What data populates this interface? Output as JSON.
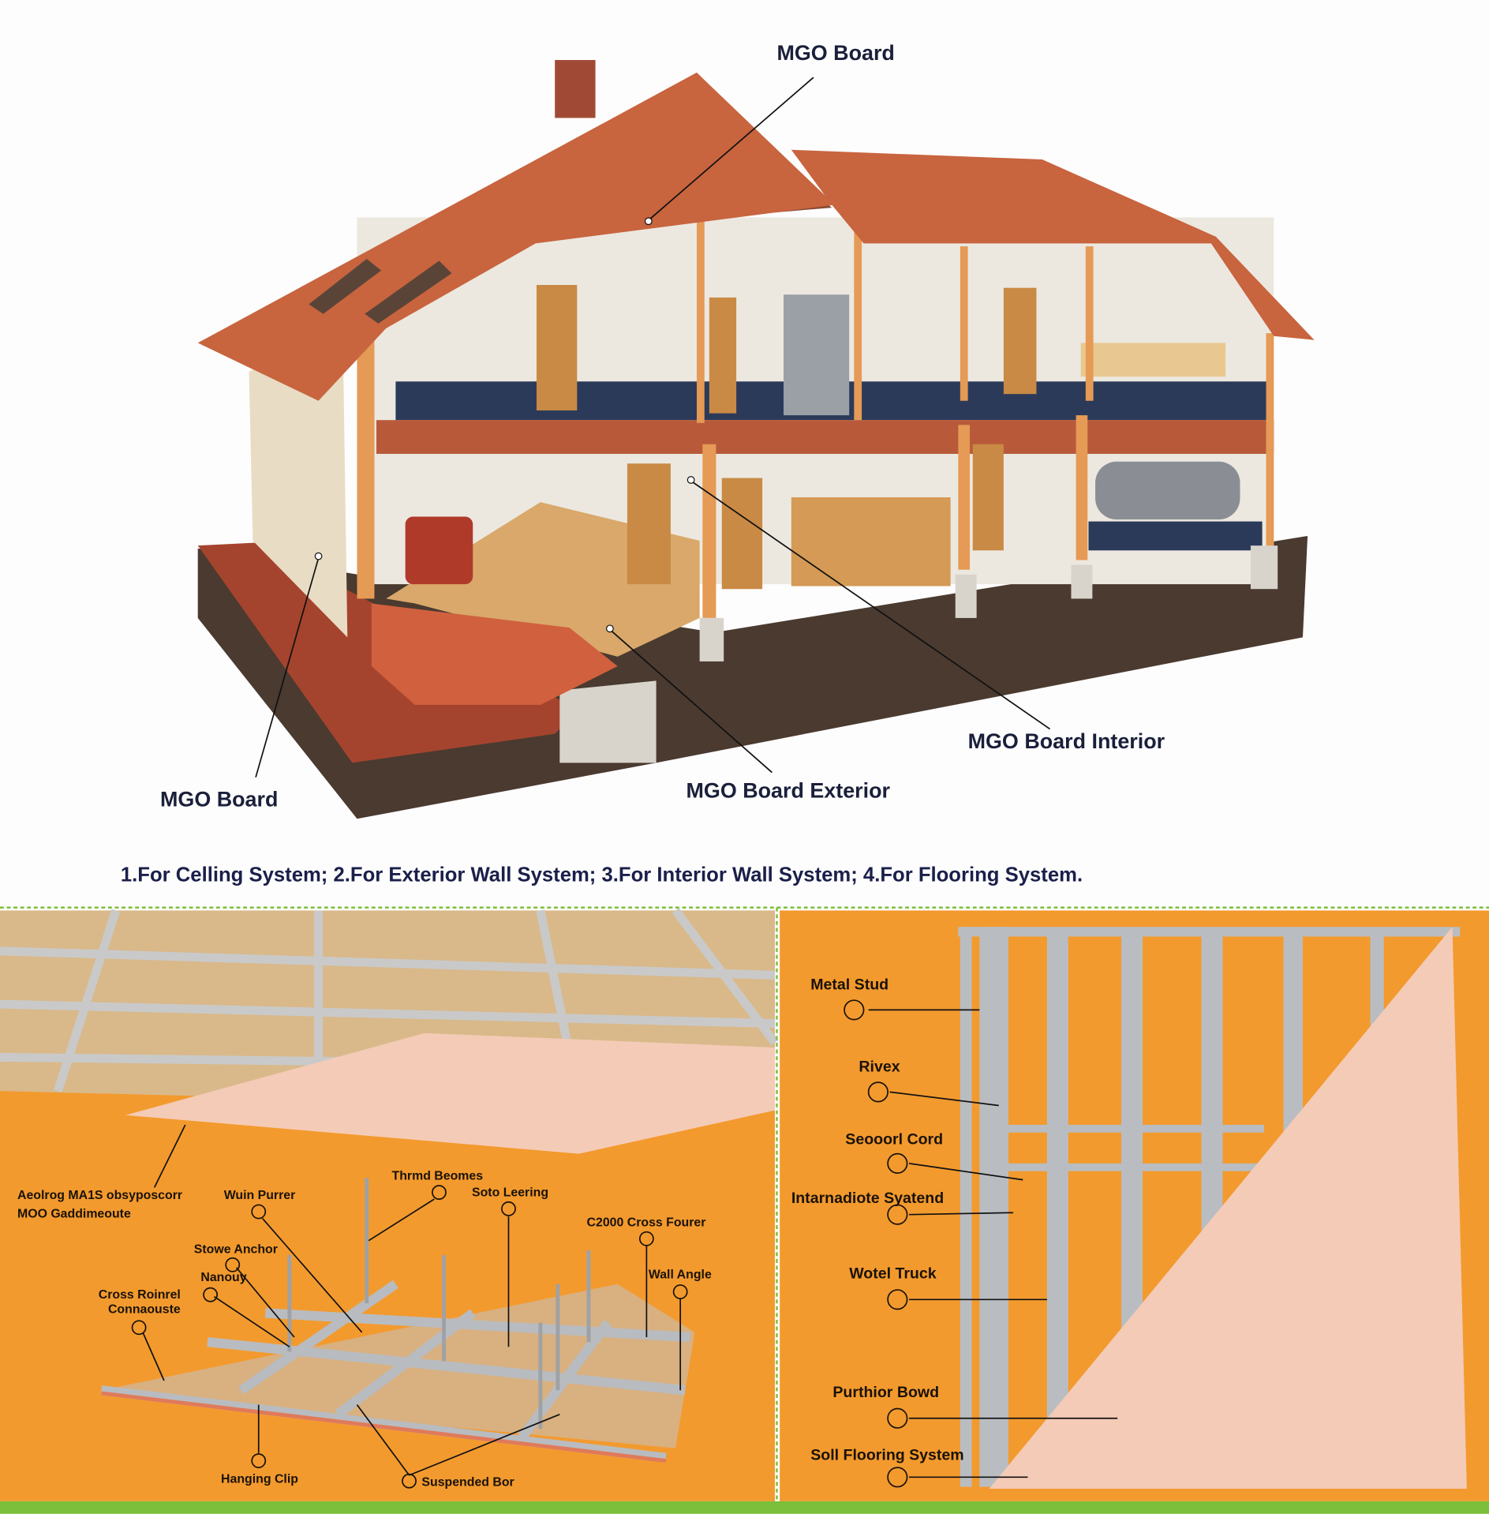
{
  "house_callouts": {
    "top": "MGO Board",
    "left": "MGO Board",
    "exterior": "MGO Board Exterior",
    "interior": "MGO Board Interior"
  },
  "caption": "1.For Celling System; 2.For Exterior Wall System; 3.For Interior Wall System; 4.For Flooring System.",
  "ceiling_panel": {
    "labels": {
      "board_line1": "Aeolrog MA1S obsyposcorr",
      "board_line2": "MOO Gaddimeoute",
      "main_runner": "Wuin Purrer",
      "thread_boom": "Thrmd Beomes",
      "solo_leering": "Soto Leering",
      "cross_runner": "C2000 Cross Fourer",
      "stowe_anchor": "Stowe Anchor",
      "narrow": "Nanouy",
      "wall_angle": "Wall Angle",
      "cross_connector_line1": "Cross Roinrel",
      "cross_connector_line2": "Connaouste",
      "hanging_clip": "Hanging Clip",
      "suspended_bar": "Suspended Bor"
    }
  },
  "wall_panel": {
    "labels": {
      "metal_stud": "Metal Stud",
      "rivet": "Rivex",
      "second_cord": "Seooorl Cord",
      "intermediate": "Intarnadiote Syatend",
      "metal_track": "Wotel Truck",
      "partition_board": "Purthior Bowd",
      "flooring": "Soll Flooring System"
    }
  },
  "colors": {
    "panel_orange": "#f39a2e",
    "roof": "#c8643e",
    "board_pink": "#f4cbb6",
    "border_green": "#7cbf3a",
    "text_navy": "#1a1f3a"
  }
}
